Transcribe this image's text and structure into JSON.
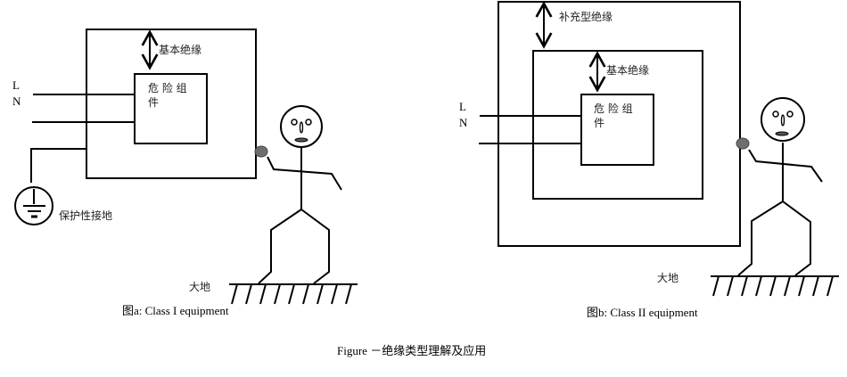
{
  "figure_a": {
    "basic_insulation": "基本绝缘",
    "hazard_line1": "危 险 组",
    "hazard_line2": "件",
    "L": "L",
    "N": "N",
    "protective_earth": "保护性接地",
    "earth": "大地",
    "caption": "图a: Class I equipment"
  },
  "figure_b": {
    "supplementary_insulation": "补充型绝缘",
    "basic_insulation": "基本绝缘",
    "hazard_line1": "危 险 组",
    "hazard_line2": "件",
    "L": "L",
    "N": "N",
    "earth": "大地",
    "caption": "图b: Class II equipment"
  },
  "figure_caption": "Figure －绝缘类型理解及应用",
  "colors": {
    "knob": "#6e6e6e"
  }
}
